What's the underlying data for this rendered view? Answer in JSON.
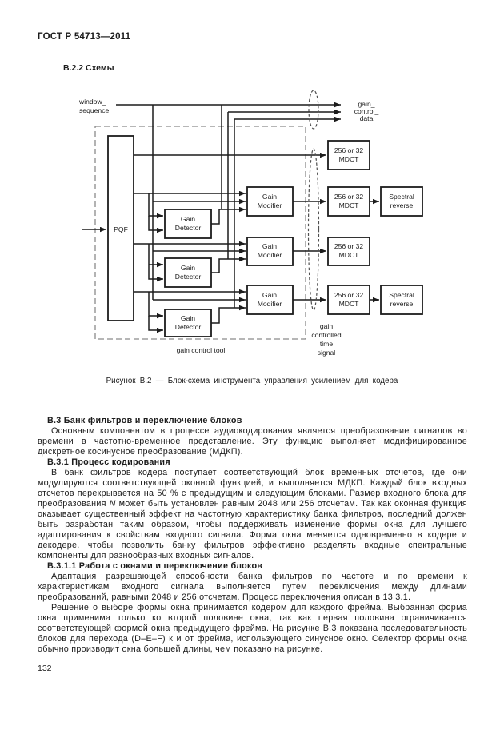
{
  "page": {
    "header": "ГОСТ Р 54713—2011",
    "section_title": "В.2.2 Схемы",
    "page_number": "132"
  },
  "figure": {
    "caption": "Рисунок В.2 — Блок-схема инструмента управления усилением для кодера",
    "labels": {
      "window_sequence": [
        "window_",
        "sequence"
      ],
      "gain_control_data": [
        "gain_",
        "control_",
        "data"
      ],
      "gain_controlled_time_signal": [
        "gain",
        "controlled",
        "time",
        "signal"
      ],
      "gain_control_tool": "gain control tool"
    },
    "blocks": {
      "pqf": "PQF",
      "gain_detector": [
        "Gain",
        "Detector"
      ],
      "gain_modifier": [
        "Gain",
        "Modifier"
      ],
      "mdct": [
        "256 or 32",
        "MDCT"
      ],
      "spectral_reverse": [
        "Spectral",
        "reverse"
      ]
    }
  },
  "content": {
    "heading_b3": "В.3 Банк фильтров и переключение блоков",
    "para_b3": "Основным компонентом в процессе аудиокодирования является преобразование сигналов во времени в частотно-временное представление. Эту функцию выполняет модифицированное дискретное косинусное преобразование (МДКП).",
    "heading_b31": "В.3.1 Процесс кодирования",
    "para_b31_part1": "В банк фильтров кодера поступает соответствующий блок временных отсчетов, где они модулируются соответствующей оконной функцией, и выполняется МДКП. Каждый блок входных отсчетов перекрывается на 50 % с предыдущим и следующим блоками. Размер входного блока для преобразования ",
    "para_b31_var": "N",
    "para_b31_part2": " может быть установлен равным 2048 или 256 отсчетам. Так как оконная функция оказывает существенный эффект на частотную характеристику банка фильтров, последний должен быть разработан таким образом, чтобы поддерживать изменение формы окна для лучшего адаптирования к свойствам входного сигнала. Форма окна меняется одновременно в кодере и декодере, чтобы позволить банку фильтров эффективно разделять входные спектральные компоненты для разнообразных входных сигналов.",
    "heading_b311": "В.3.1.1 Работа с окнами и переключение блоков",
    "para_b311_1": "Адаптация разрешающей способности банка фильтров по частоте и по времени к характеристикам входного сигнала выполняется путем переключения между длинами преобразований, равными 2048 и 256 отсчетам. Процесс переключения описан в 13.3.1.",
    "para_b311_2": "Решение о выборе формы окна принимается кодером для каждого фрейма. Выбранная форма окна применима только ко второй половине окна, так как первая половина ограничивается соответствующей формой окна предыдущего фрейма. На рисунке В.3 показана последовательность блоков для перехода (D–E–F) к и от фрейма, использующего синусное окно. Селектор формы окна обычно производит окна большей длины, чем показано на рисунке."
  }
}
